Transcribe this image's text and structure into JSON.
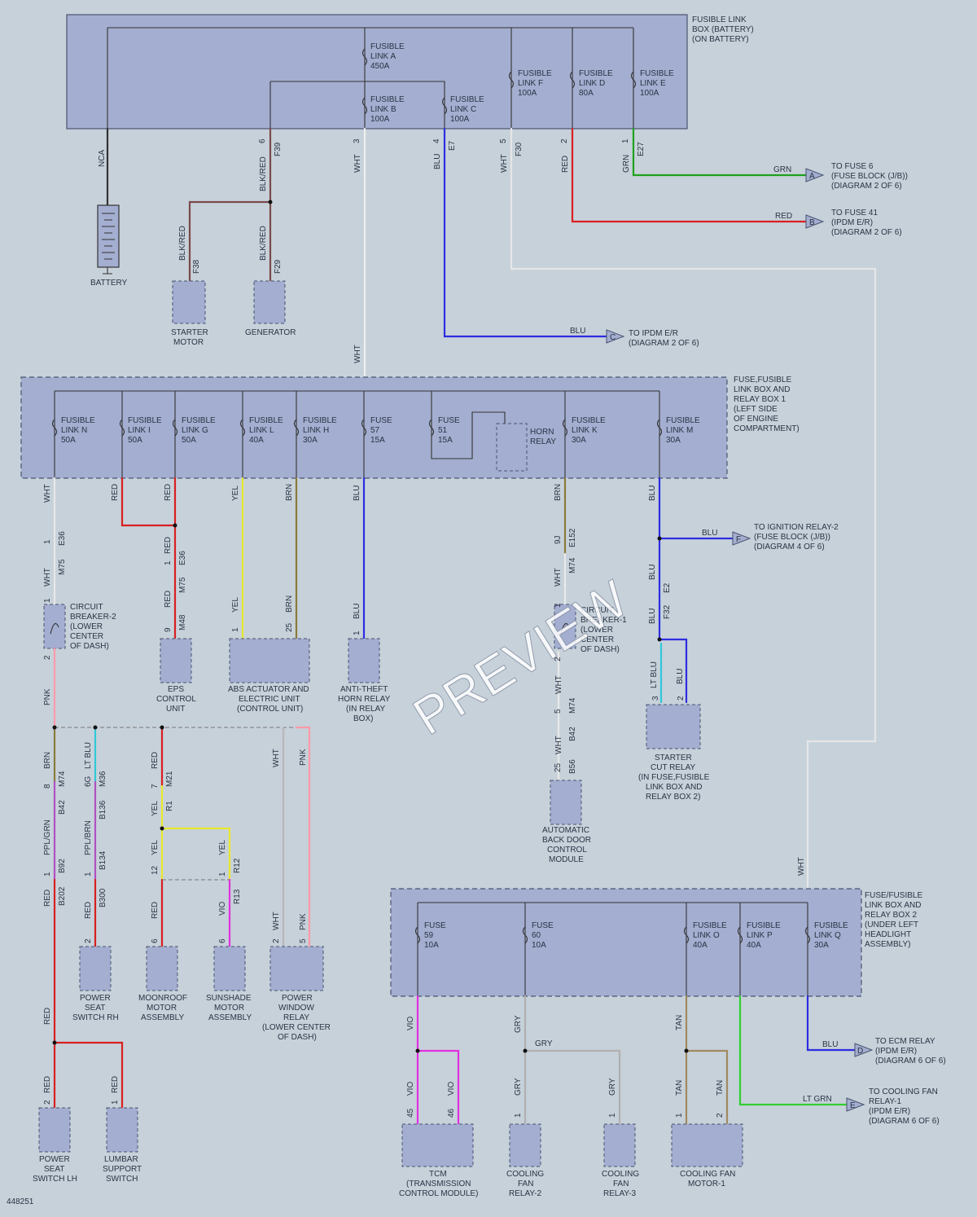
{
  "colors": {
    "WHT": "#eeeeee",
    "BLK/RED": "#7a4a4a",
    "BLU": "#2d2de0",
    "GRN": "#1ea01e",
    "RED": "#d82020",
    "NCA": "#333333",
    "YEL": "#e8e830",
    "BRN": "#8a7a3a",
    "PNK": "#ff9aa8",
    "LT BLU": "#30c8d8",
    "PPL/GRN": "#b050c0",
    "PPL/BRN": "#b050c0",
    "VIO": "#e030e0",
    "GRY": "#b0b0b0",
    "TAN": "#a08a60",
    "LT GRN": "#30d030"
  },
  "blocks": [
    {
      "id": "flb",
      "label": [
        "FUSIBLE LINK",
        "BOX (BATTERY)",
        "(ON BATTERY)"
      ]
    },
    {
      "id": "rb1",
      "label": [
        "FUSE,FUSIBLE",
        "LINK BOX AND",
        "RELAY BOX 1",
        "(LEFT SIDE",
        "OF ENGINE",
        "COMPARTMENT)"
      ]
    },
    {
      "id": "rb2",
      "label": [
        "FUSE/FUSIBLE",
        "LINK BOX AND",
        "RELAY BOX 2",
        "(UNDER LEFT",
        "HEADLIGHT",
        "ASSEMBLY)"
      ]
    }
  ],
  "fuses": [
    {
      "t": [
        "FUSIBLE",
        "LINK A",
        "450A"
      ]
    },
    {
      "t": [
        "FUSIBLE",
        "LINK B",
        "100A"
      ]
    },
    {
      "t": [
        "FUSIBLE",
        "LINK C",
        "100A"
      ]
    },
    {
      "t": [
        "FUSIBLE",
        "LINK F",
        "100A"
      ]
    },
    {
      "t": [
        "FUSIBLE",
        "LINK D",
        "80A"
      ]
    },
    {
      "t": [
        "FUSIBLE",
        "LINK E",
        "100A"
      ]
    },
    {
      "t": [
        "FUSIBLE",
        "LINK N",
        "50A"
      ]
    },
    {
      "t": [
        "FUSIBLE",
        "LINK I",
        "50A"
      ]
    },
    {
      "t": [
        "FUSIBLE",
        "LINK G",
        "50A"
      ]
    },
    {
      "t": [
        "FUSIBLE",
        "LINK L",
        "40A"
      ]
    },
    {
      "t": [
        "FUSIBLE",
        "LINK H",
        "30A"
      ]
    },
    {
      "t": [
        "FUSE",
        "57",
        "15A"
      ]
    },
    {
      "t": [
        "FUSE",
        "51",
        "15A"
      ]
    },
    {
      "t": [
        "FUSIBLE",
        "LINK K",
        "30A"
      ]
    },
    {
      "t": [
        "FUSIBLE",
        "LINK M",
        "30A"
      ]
    },
    {
      "t": [
        "FUSE",
        "59",
        "10A"
      ]
    },
    {
      "t": [
        "FUSE",
        "60",
        "10A"
      ]
    },
    {
      "t": [
        "FUSIBLE",
        "LINK O",
        "40A"
      ]
    },
    {
      "t": [
        "FUSIBLE",
        "LINK P",
        "40A"
      ]
    },
    {
      "t": [
        "FUSIBLE",
        "LINK Q",
        "30A"
      ]
    }
  ],
  "components": [
    {
      "t": [
        "BATTERY"
      ]
    },
    {
      "t": [
        "STARTER",
        "MOTOR"
      ]
    },
    {
      "t": [
        "GENERATOR"
      ]
    },
    {
      "t": [
        "HORN",
        "RELAY"
      ]
    },
    {
      "t": [
        "CIRCUIT",
        "BREAKER-2",
        "(LOWER",
        "CENTER",
        "OF DASH)"
      ]
    },
    {
      "t": [
        "EPS",
        "CONTROL",
        "UNIT"
      ]
    },
    {
      "t": [
        "ABS ACTUATOR AND",
        "ELECTRIC UNIT",
        "(CONTROL UNIT)"
      ]
    },
    {
      "t": [
        "ANTI-THEFT",
        "HORN RELAY",
        "(IN RELAY",
        "BOX)"
      ]
    },
    {
      "t": [
        "CIRCUIT",
        "BREAKER-1",
        "(LOWER",
        "CENTER",
        "OF DASH)"
      ]
    },
    {
      "t": [
        "STARTER",
        "CUT RELAY",
        "(IN FUSE,FUSIBLE",
        "LINK BOX AND",
        "RELAY BOX 2)"
      ]
    },
    {
      "t": [
        "AUTOMATIC",
        "BACK DOOR",
        "CONTROL",
        "MODULE"
      ]
    },
    {
      "t": [
        "POWER",
        "SEAT",
        "SWITCH RH"
      ]
    },
    {
      "t": [
        "MOONROOF",
        "MOTOR",
        "ASSEMBLY"
      ]
    },
    {
      "t": [
        "SUNSHADE",
        "MOTOR",
        "ASSEMBLY"
      ]
    },
    {
      "t": [
        "POWER",
        "WINDOW",
        "RELAY",
        "(LOWER CENTER",
        "OF DASH)"
      ]
    },
    {
      "t": [
        "POWER",
        "SEAT",
        "SWITCH LH"
      ]
    },
    {
      "t": [
        "LUMBAR",
        "SUPPORT",
        "SWITCH"
      ]
    },
    {
      "t": [
        "TCM",
        "(TRANSMISSION",
        "CONTROL MODULE)"
      ]
    },
    {
      "t": [
        "COOLING",
        "FAN",
        "RELAY-2"
      ]
    },
    {
      "t": [
        "COOLING",
        "FAN",
        "RELAY-3"
      ]
    },
    {
      "t": [
        "COOLING FAN",
        "MOTOR-1"
      ]
    }
  ],
  "offpage": [
    {
      "letter": "A",
      "color": "GRN",
      "t": [
        "TO FUSE 6",
        "(FUSE BLOCK (J/B))",
        "(DIAGRAM 2 OF 6)"
      ]
    },
    {
      "letter": "B",
      "color": "RED",
      "t": [
        "TO FUSE 41",
        "(IPDM E/R)",
        "(DIAGRAM 2 OF 6)"
      ]
    },
    {
      "letter": "C",
      "color": "BLU",
      "t": [
        "TO IPDM E/R",
        "(DIAGRAM 2 OF 6)"
      ]
    },
    {
      "letter": "F",
      "color": "BLU",
      "t": [
        "TO IGNITION RELAY-2",
        "(FUSE BLOCK (J/B))",
        "(DIAGRAM 4 OF 6)"
      ]
    },
    {
      "letter": "D",
      "color": "BLU",
      "t": [
        "TO ECM RELAY",
        "(IPDM E/R)",
        "(DIAGRAM 6 OF 6)"
      ]
    },
    {
      "letter": "E",
      "color": "LT GRN",
      "t": [
        "TO COOLING FAN",
        "RELAY-1",
        "(IPDM E/R)",
        "(DIAGRAM 6 OF 6)"
      ]
    }
  ],
  "labels": [
    "NCA",
    "BLK/RED",
    "BLK/RED",
    "BLK/RED",
    "WHT",
    "WHT",
    "BLU",
    "WHT",
    "RED",
    "GRN",
    "GRN",
    "RED",
    "BLU",
    "WHT",
    "RED",
    "RED",
    "YEL",
    "BRN",
    "BLU",
    "BRN",
    "BLU",
    "BLU",
    "WHT",
    "RED",
    "RED",
    "YEL",
    "BRN",
    "BLU",
    "WHT",
    "BLU",
    "BLU",
    "WHT",
    "WHT",
    "LT BLU",
    "BLU",
    "PNK",
    "BRN",
    "LT BLU",
    "RED",
    "WHT",
    "PNK",
    "PPL/GRN",
    "PPL/BRN",
    "YEL",
    "YEL",
    "YEL",
    "RED",
    "RED",
    "RED",
    "VIO",
    "WHT",
    "PNK",
    "RED",
    "RED",
    "RED",
    "WHT",
    "VIO",
    "VIO",
    "VIO",
    "GRY",
    "GRY",
    "GRY",
    "GRY",
    "TAN",
    "TAN",
    "TAN",
    "BLU",
    "LT GRN"
  ],
  "connectors": [
    "F39",
    "F38",
    "F29",
    "E7",
    "F30",
    "E27",
    "E36",
    "M75",
    "E36",
    "M75",
    "M48",
    "E152",
    "M74",
    "E2",
    "F32",
    "M74",
    "B42",
    "B56",
    "M36",
    "B136",
    "B134",
    "B300",
    "M21",
    "R1",
    "R12",
    "R13",
    "B42",
    "B92",
    "B202"
  ],
  "pins": [
    "6",
    "3",
    "4",
    "5",
    "2",
    "1",
    "8",
    "1",
    "2",
    "1",
    "2",
    "1",
    "2",
    "9",
    "1",
    "25",
    "1",
    "9J",
    "2",
    "3",
    "5",
    "8",
    "6G",
    "7",
    "1",
    "12",
    "1",
    "2",
    "2",
    "6",
    "6",
    "2",
    "5",
    "25",
    "1",
    "1",
    "2",
    "2",
    "45",
    "46",
    "1",
    "1",
    "1",
    "2"
  ],
  "footer_id": "448251",
  "watermark": "PREVIEW"
}
